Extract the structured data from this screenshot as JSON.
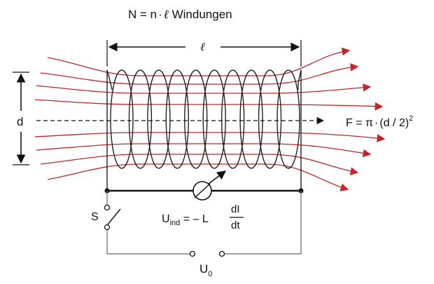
{
  "title": {
    "lhs": "N = n",
    "dot": "·",
    "ell": "ℓ",
    "rest": " Windungen"
  },
  "length_label": "ℓ",
  "diameter_label": "d",
  "force": {
    "lhs": "F = π",
    "dot": "·",
    "body": "(d / 2)",
    "exponent": "2"
  },
  "switch_label": "S",
  "induced_voltage": {
    "U": "U",
    "sub": "ind",
    "eq": " = – L",
    "numerator": "dI",
    "denominator": "dt"
  },
  "source": {
    "U": "U",
    "sub": "0"
  },
  "colors": {
    "field_lines": "#c0262b",
    "wire": "#111111",
    "coil": "#222222",
    "circuit_light": "#666666"
  },
  "coil": {
    "turns": 10
  }
}
